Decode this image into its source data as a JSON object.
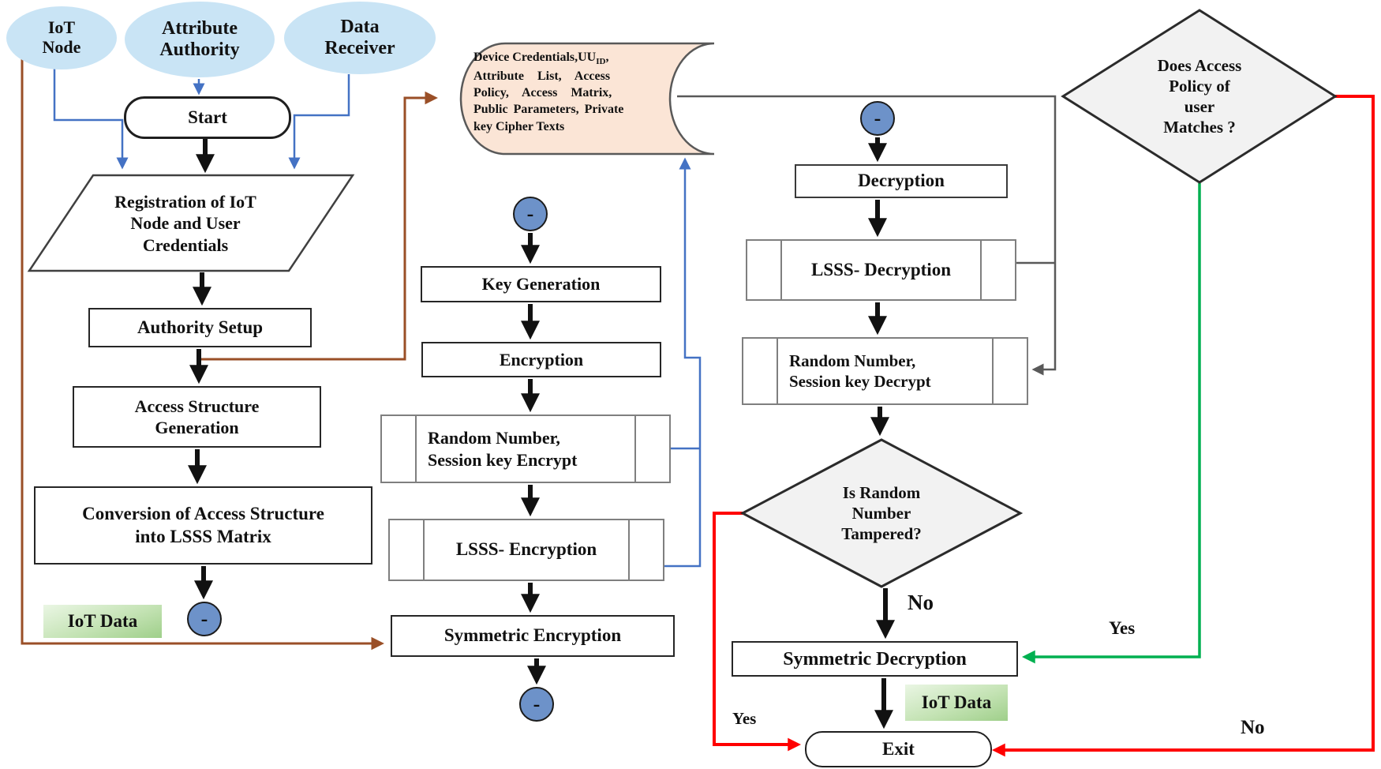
{
  "figure": {
    "type": "flowchart",
    "topic": "IoT attribute-based encryption / decryption workflow"
  },
  "colors": {
    "entity_fill": "#c9e4f5",
    "stored_data_fill": "#fbe5d6",
    "connector_fill": "#6d92c9",
    "decision_fill": "#f2f2f2",
    "iot_data_label_fill": "#9fcf8a",
    "flow_black": "#111111",
    "flow_blue": "#4472c4",
    "flow_brown": "#9a4f27",
    "flow_gray": "#595959",
    "flow_green": "#00b050",
    "flow_red": "#ff0000"
  },
  "nodes": {
    "iot_node": {
      "lines": [
        "IoT",
        "Node"
      ]
    },
    "attribute_authority": {
      "lines": [
        "Attribute",
        "Authority"
      ]
    },
    "data_receiver": {
      "lines": [
        "Data",
        "Receiver"
      ]
    },
    "start": {
      "label": "Start"
    },
    "registration": {
      "lines": [
        "Registration of IoT",
        "Node  and User",
        "Credentials"
      ]
    },
    "authority_setup": {
      "label": "Authority Setup"
    },
    "access_structure": {
      "lines": [
        "Access Structure",
        "Generation"
      ]
    },
    "conversion": {
      "lines": [
        "Conversion of Access Structure",
        "into LSSS Matrix"
      ]
    },
    "iot_data_left": {
      "label": "IoT Data"
    },
    "stored_data": {
      "line1_main": "Device Credentials,UU",
      "line1_sub": "ID",
      "line1_tail": ",",
      "lines": [
        "Attribute List, Access",
        "Policy, Access Matrix,",
        "Public Parameters, Private",
        "key Cipher Texts"
      ]
    },
    "key_generation": {
      "label": "Key Generation"
    },
    "encryption": {
      "label": "Encryption"
    },
    "random_session_encrypt": {
      "lines": [
        "Random Number,",
        "Session key Encrypt"
      ]
    },
    "lsss_encryption": {
      "label": "LSSS- Encryption"
    },
    "symmetric_encryption": {
      "label": "Symmetric Encryption"
    },
    "decryption": {
      "label": "Decryption"
    },
    "lsss_decryption": {
      "label": "LSSS- Decryption"
    },
    "random_session_decrypt": {
      "lines": [
        "Random Number,",
        "Session key Decrypt"
      ]
    },
    "tampered_decision": {
      "lines": [
        "Is Random",
        "Number",
        "Tampered?"
      ]
    },
    "access_policy_decision": {
      "lines": [
        "Does Access",
        "Policy of",
        "user",
        "Matches ?"
      ]
    },
    "symmetric_decryption": {
      "label": "Symmetric Decryption"
    },
    "iot_data_right": {
      "label": "IoT Data"
    },
    "exit": {
      "label": "Exit"
    },
    "connector_minus": "-"
  },
  "edge_labels": {
    "no_tampered": "No",
    "yes_tampered": "Yes",
    "yes_policy": "Yes",
    "no_policy": "No"
  }
}
